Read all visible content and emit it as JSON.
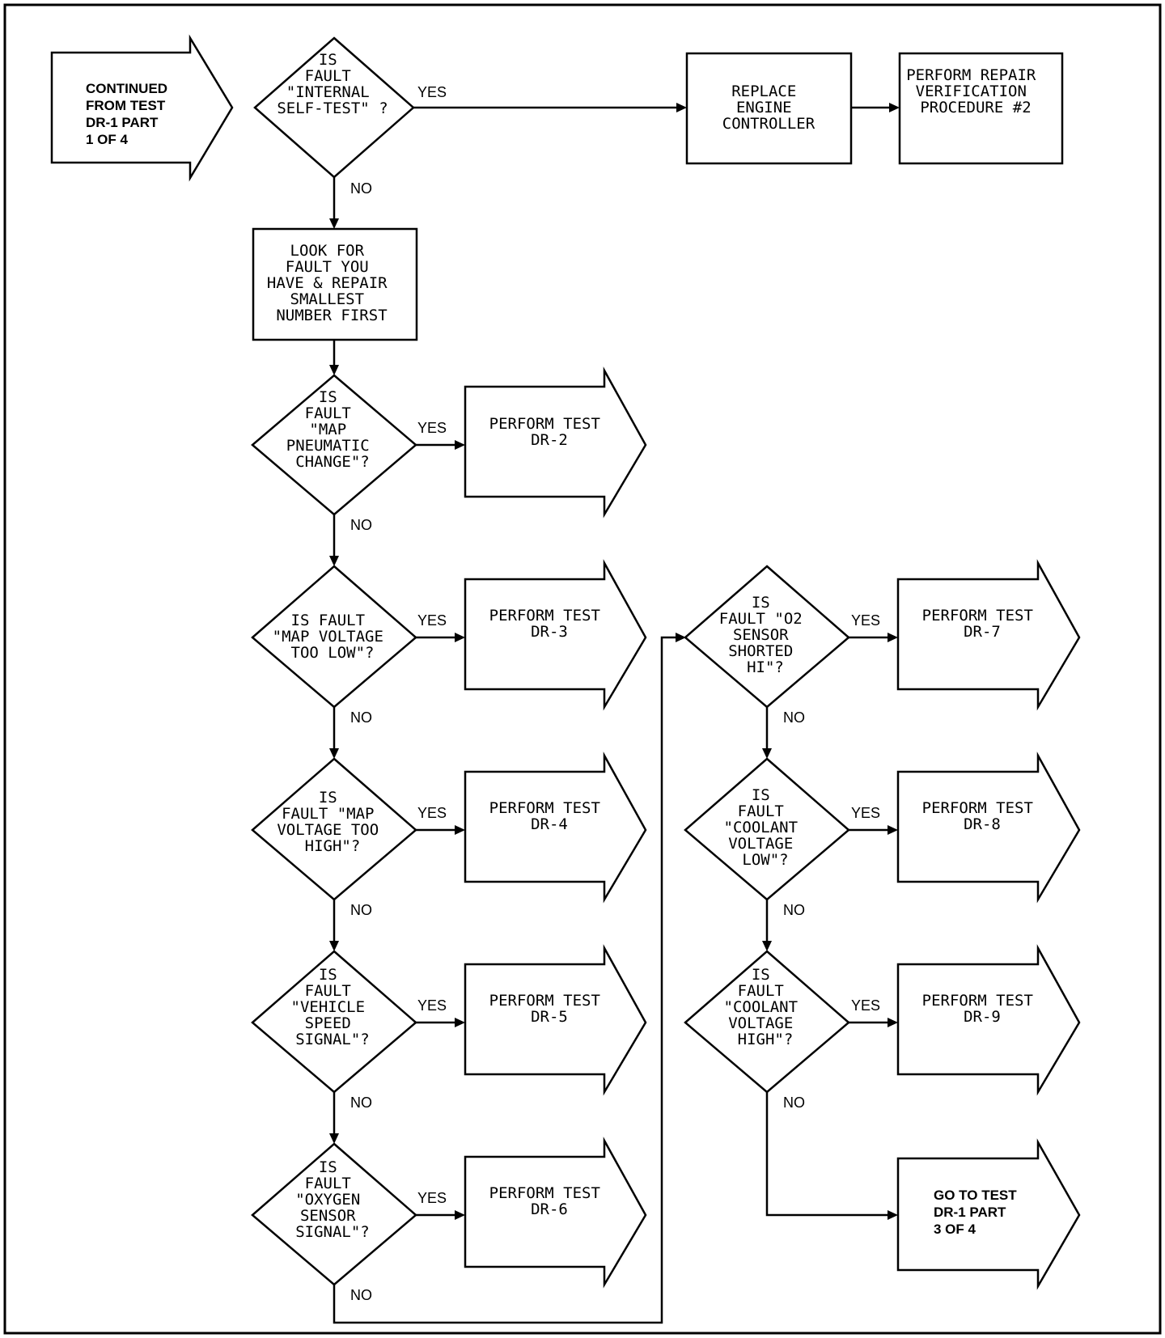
{
  "start_arrow": {
    "lines": [
      "CONTINUED",
      "FROM TEST",
      "DR-1 PART",
      "1 OF 4"
    ]
  },
  "decisions": [
    {
      "id": "d1",
      "lines": [
        "IS",
        "FAULT",
        "\"INTERNAL",
        "SELF-TEST\" ?"
      ]
    },
    {
      "id": "d2",
      "lines": [
        "IS",
        "FAULT",
        "\"MAP",
        "PNEUMATIC",
        "CHANGE\"?"
      ]
    },
    {
      "id": "d3",
      "lines": [
        "IS FAULT",
        "\"MAP VOLTAGE",
        "TOO LOW\"?"
      ]
    },
    {
      "id": "d4",
      "lines": [
        "IS",
        "FAULT \"MAP",
        "VOLTAGE TOO",
        "HIGH\"?"
      ]
    },
    {
      "id": "d5",
      "lines": [
        "IS",
        "FAULT",
        "\"VEHICLE",
        "SPEED",
        "SIGNAL\"?"
      ]
    },
    {
      "id": "d6",
      "lines": [
        "IS",
        "FAULT",
        "\"OXYGEN",
        "SENSOR",
        "SIGNAL\"?"
      ]
    },
    {
      "id": "d7",
      "lines": [
        "IS",
        "FAULT \"O2",
        "SENSOR",
        "SHORTED",
        "HI\"?"
      ]
    },
    {
      "id": "d8",
      "lines": [
        "IS",
        "FAULT",
        "\"COOLANT",
        "VOLTAGE",
        "LOW\"?"
      ]
    },
    {
      "id": "d9",
      "lines": [
        "IS",
        "FAULT",
        "\"COOLANT",
        "VOLTAGE",
        "HIGH\"?"
      ]
    }
  ],
  "boxes": [
    {
      "id": "replace",
      "lines": [
        "REPLACE",
        "ENGINE",
        "CONTROLLER"
      ]
    },
    {
      "id": "verify",
      "lines": [
        "PERFORM REPAIR",
        "VERIFICATION",
        "PROCEDURE #2"
      ]
    },
    {
      "id": "look",
      "lines": [
        "LOOK FOR",
        "FAULT YOU",
        "HAVE & REPAIR",
        "SMALLEST",
        "NUMBER FIRST"
      ]
    }
  ],
  "result_arrows": [
    {
      "id": "r2",
      "lines": [
        "PERFORM TEST",
        "DR-2"
      ]
    },
    {
      "id": "r3",
      "lines": [
        "PERFORM TEST",
        "DR-3"
      ]
    },
    {
      "id": "r4",
      "lines": [
        "PERFORM TEST",
        "DR-4"
      ]
    },
    {
      "id": "r5",
      "lines": [
        "PERFORM TEST",
        "DR-5"
      ]
    },
    {
      "id": "r6",
      "lines": [
        "PERFORM TEST",
        "DR-6"
      ]
    },
    {
      "id": "r7",
      "lines": [
        "PERFORM TEST",
        "DR-7"
      ]
    },
    {
      "id": "r8",
      "lines": [
        "PERFORM TEST",
        "DR-8"
      ]
    },
    {
      "id": "r9",
      "lines": [
        "PERFORM TEST",
        "DR-9"
      ]
    }
  ],
  "end_arrow": {
    "lines": [
      "GO TO TEST",
      "DR-1 PART",
      "3 OF 4"
    ]
  },
  "labels": {
    "yes": "YES",
    "no": "NO"
  }
}
